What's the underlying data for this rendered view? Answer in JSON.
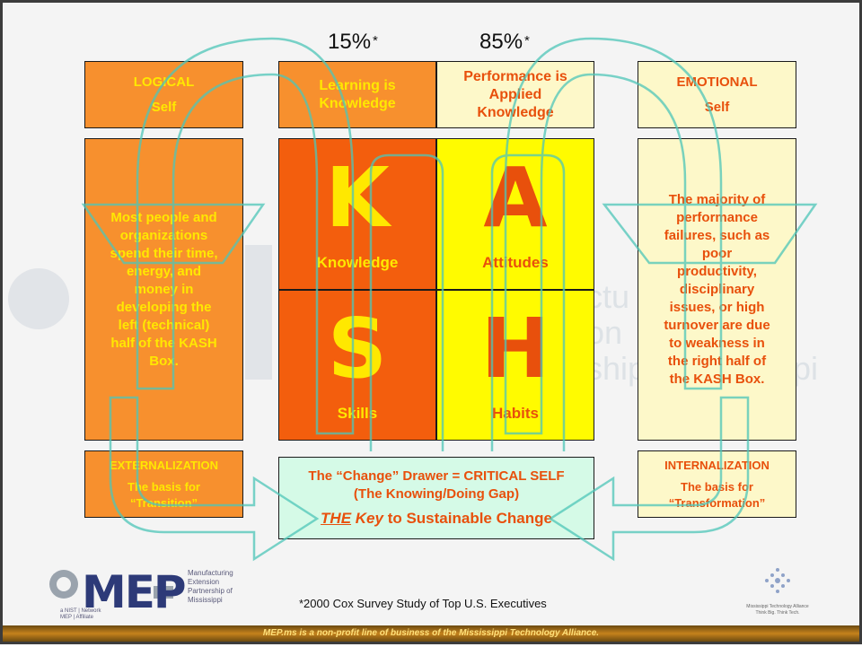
{
  "percent_left": "15%",
  "percent_right": "85%",
  "percent_mark": "*",
  "top_left": {
    "line1": "LOGICAL",
    "line2": "Self"
  },
  "top_mid_left": {
    "line1": "Learning is",
    "line2": "Knowledge"
  },
  "top_mid_right": {
    "line1": "Performance is",
    "line2": "Applied",
    "line3": "Knowledge"
  },
  "top_right": {
    "line1": "EMOTIONAL",
    "line2": "Self"
  },
  "left_body": [
    "Most people and",
    "organizations",
    "spend their time,",
    "energy, and",
    "money in",
    "developing the",
    "left (technical)",
    "half of the KASH",
    "Box."
  ],
  "right_body": [
    "The majority of",
    "performance",
    "failures, such as",
    "poor",
    "productivity,",
    "disciplinary",
    "issues, or high",
    "turnover are due",
    "to weakness in",
    "the right half of",
    "the KASH Box."
  ],
  "kash": {
    "k": {
      "letter": "K",
      "label": "Knowledge"
    },
    "a": {
      "letter": "A",
      "label": "Attitudes"
    },
    "s": {
      "letter": "S",
      "label": "Skills"
    },
    "h": {
      "letter": "H",
      "label": "Habits"
    }
  },
  "bottom_left": {
    "line1": "EXTERNALIZATION",
    "line2": "The basis for",
    "line3": "“Transition”"
  },
  "bottom_mid": {
    "line1": "The “Change” Drawer  = CRITICAL SELF",
    "line2": "(The Knowing/Doing Gap)",
    "key_prefix": "THE",
    "key_word": "Key",
    "key_rest": " to Sustainable Change"
  },
  "bottom_right": {
    "line1": "INTERNALIZATION",
    "line2": "The basis for",
    "line3": "“Transformation”"
  },
  "footnote": "*2000 Cox Survey Study of Top U.S. Executives",
  "logo": {
    "mep": "MEP",
    "mep_sub": [
      "Manufacturing",
      "Extension",
      "Partnership of Mississippi"
    ],
    "network": [
      "a NIST | Network",
      "MEP | Affiliate"
    ],
    "mta": [
      "Mississippi Technology Alliance",
      "Think Big. Think Tech."
    ]
  },
  "footer": "MEP.ms is a non-profit line of business of the Mississippi Technology Alliance.",
  "colors": {
    "orange": "#f7902e",
    "deep_orange": "#f35e0d",
    "cream": "#fdf8c9",
    "yellow": "#fffb00",
    "mint": "#d5fae7",
    "arrow": "#4ec6b8",
    "text_yellow": "#ffe800",
    "text_orange": "#e8500c"
  }
}
